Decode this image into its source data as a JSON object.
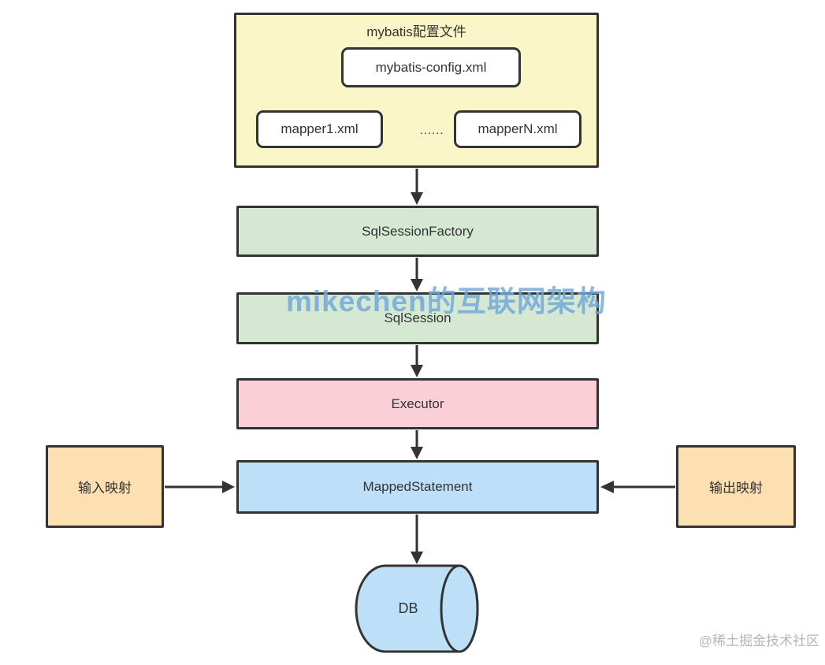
{
  "diagram": {
    "config_group": {
      "title": "mybatis配置文件",
      "config_file": "mybatis-config.xml",
      "mapper_first": "mapper1.xml",
      "ellipsis": "......",
      "mapper_last": "mapperN.xml"
    },
    "nodes": {
      "sql_session_factory": "SqlSessionFactory",
      "sql_session": "SqlSession",
      "executor": "Executor",
      "mapped_statement": "MappedStatement",
      "input_mapping": "输入映射",
      "output_mapping": "输出映射",
      "database": "DB"
    },
    "watermarks": {
      "center": "mikechen的互联网架构",
      "corner": "@稀土掘金技术社区"
    },
    "colors": {
      "config_bg": "#FBF6C8",
      "session_bg": "#D5E8D2",
      "executor_bg": "#FBCFD7",
      "statement_bg": "#BDDFF8",
      "mapping_bg": "#FCE0B2",
      "db_bg": "#BDDFF8",
      "border": "#333333",
      "watermark_center": "#6FA8DC",
      "watermark_corner": "#B9B6B1"
    }
  }
}
